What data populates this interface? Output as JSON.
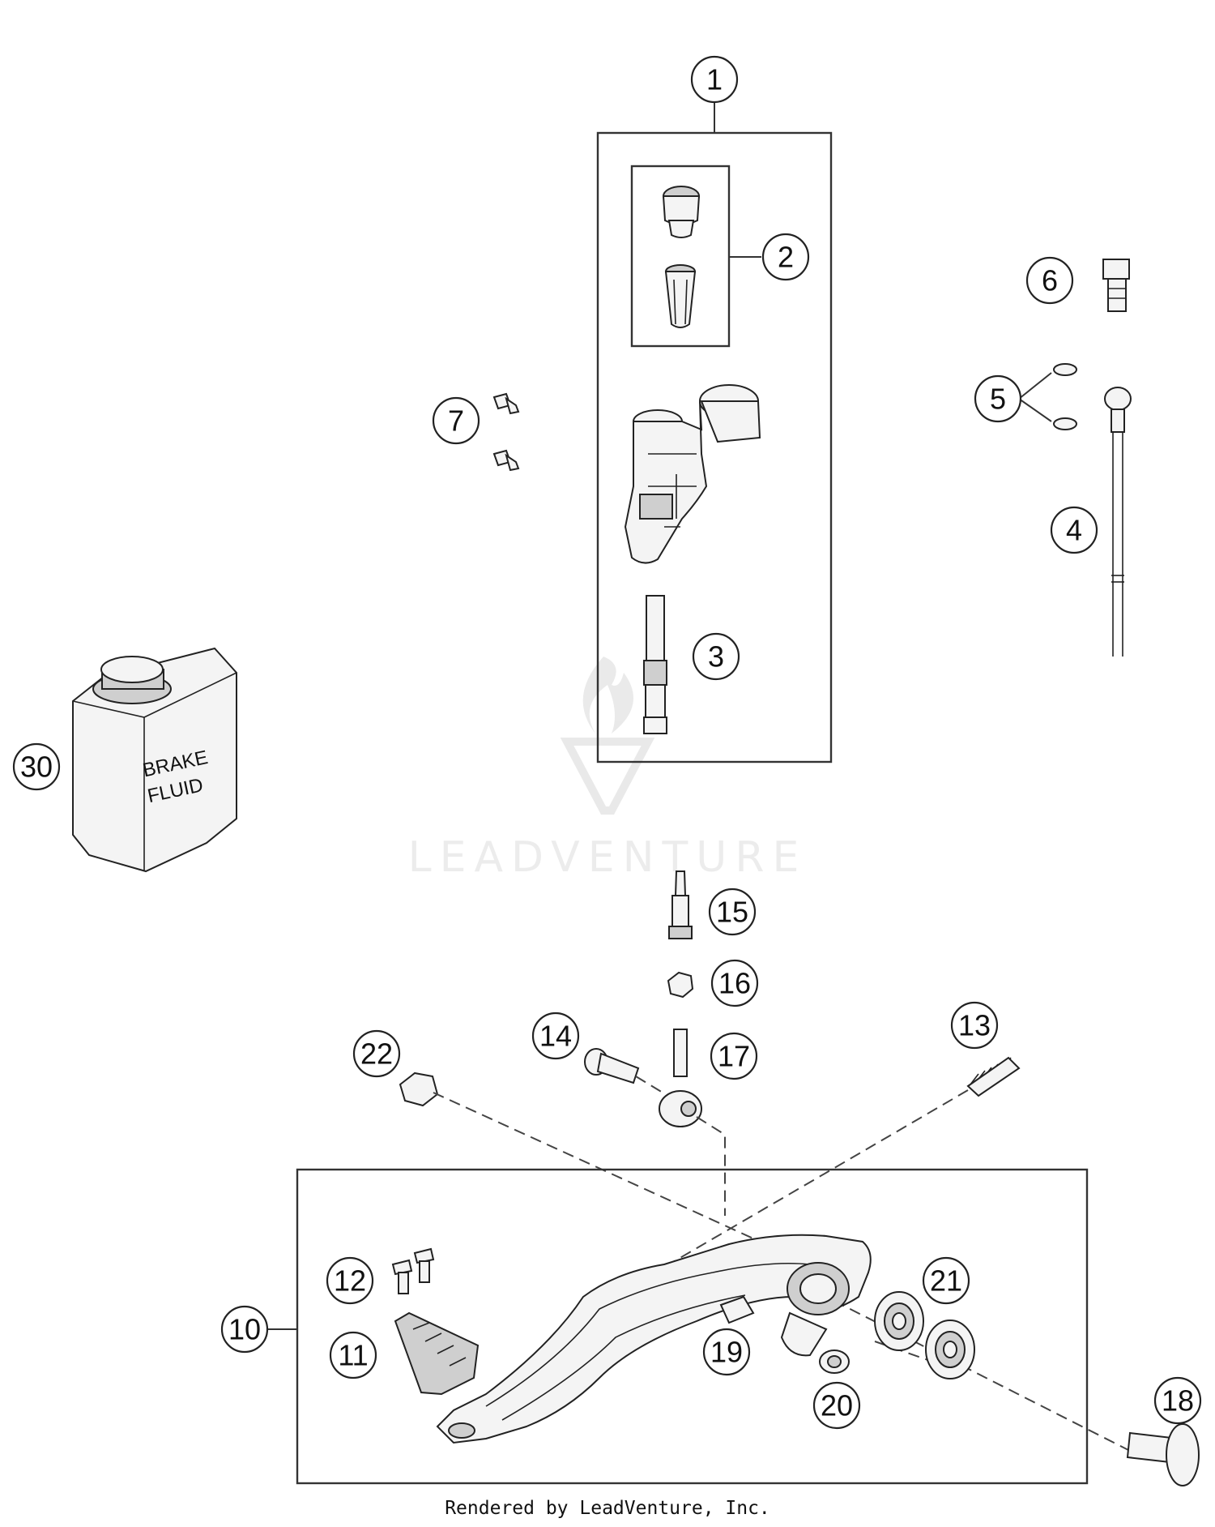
{
  "callouts": {
    "c1": "1",
    "c2": "2",
    "c3": "3",
    "c4": "4",
    "c5": "5",
    "c6": "6",
    "c7": "7",
    "c10": "10",
    "c11": "11",
    "c12": "12",
    "c13": "13",
    "c14": "14",
    "c15": "15",
    "c16": "16",
    "c17": "17",
    "c18": "18",
    "c19": "19",
    "c20": "20",
    "c21": "21",
    "c22": "22",
    "c30": "30"
  },
  "bottle_label_line1": "BRAKE",
  "bottle_label_line2": "FLUID",
  "watermark_text": "LEADVENTURE",
  "footer_text": "Rendered by LeadVenture, Inc."
}
